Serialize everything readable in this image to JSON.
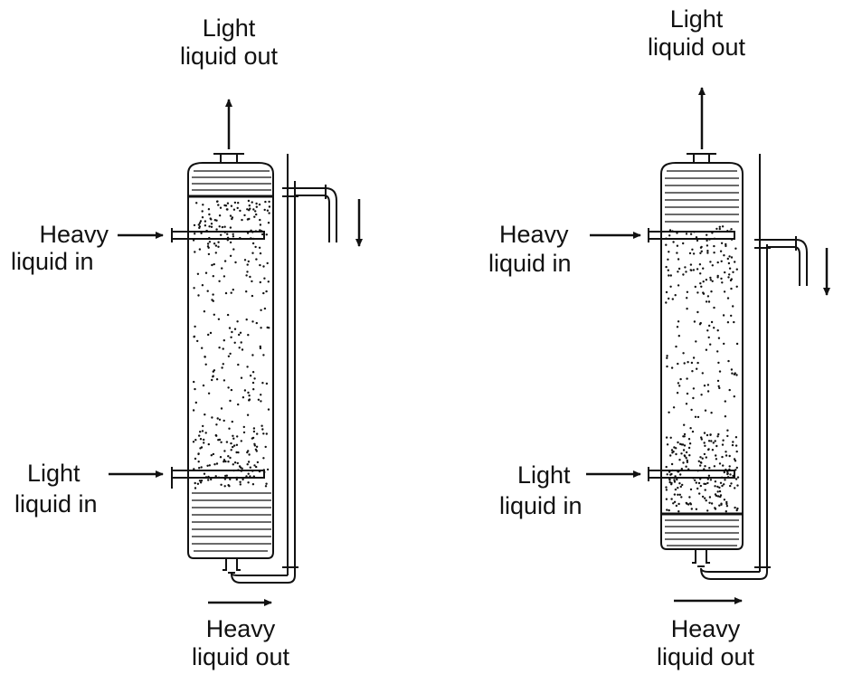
{
  "diagrams": [
    {
      "light_out": [
        "Light",
        "liquid out"
      ],
      "heavy_in": [
        "Heavy",
        "liquid in"
      ],
      "light_in": [
        "Light",
        "liquid in"
      ],
      "heavy_out": [
        "Heavy",
        "liquid out"
      ]
    },
    {
      "light_out": [
        "Light",
        "liquid out"
      ],
      "heavy_in": [
        "Heavy",
        "liquid in"
      ],
      "light_in": [
        "Light",
        "liquid in"
      ],
      "heavy_out": [
        "Heavy",
        "liquid out"
      ]
    }
  ],
  "colors": {
    "ink": "#111111",
    "background": "#ffffff"
  }
}
